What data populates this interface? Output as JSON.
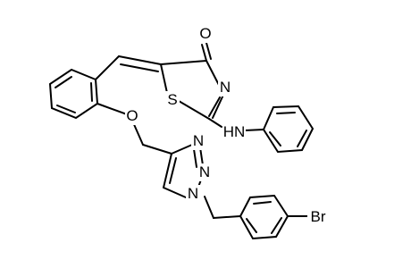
{
  "molecule": {
    "atom_labels": {
      "O_carbonyl": "O",
      "N_ring": "N",
      "S_ring": "S",
      "NH_amine": "HN",
      "O_ether": "O",
      "N3_triazole": "N",
      "N2_triazole": "N",
      "N1_triazole": "N",
      "Br": "Br"
    }
  }
}
